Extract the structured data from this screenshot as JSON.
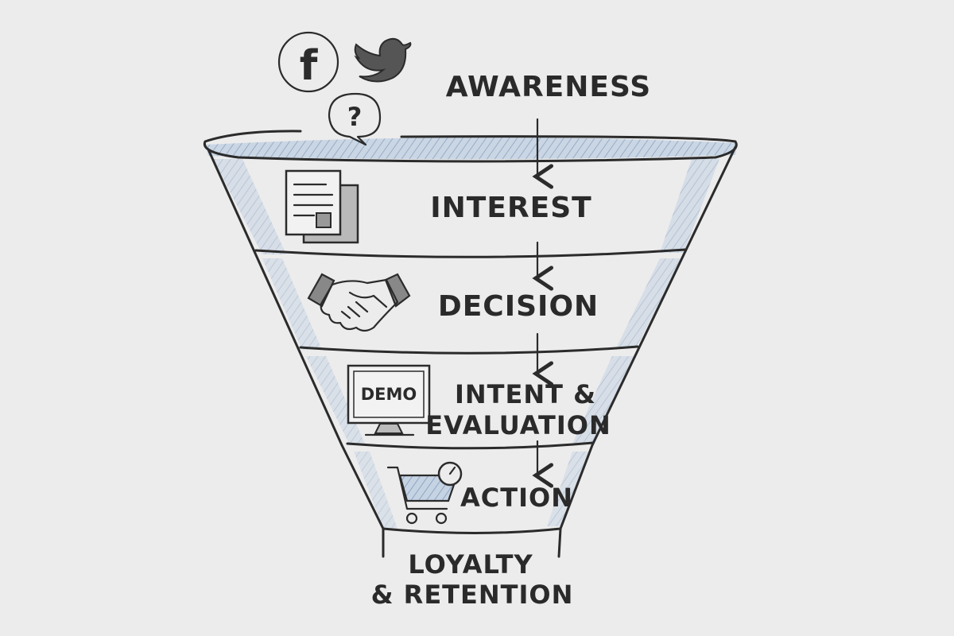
{
  "stages": {
    "awareness": "AWARENESS",
    "interest": "INTEREST",
    "decision": "DECISION",
    "intent_line1": "INTENT &",
    "intent_line2": "EVALUATION",
    "action": "ACTION",
    "loyalty_line1": "LOYALTY",
    "loyalty_line2": "& RETENTION"
  },
  "icons": {
    "facebook": "facebook-icon",
    "twitter": "twitter-icon",
    "question": "question-bubble-icon",
    "document": "document-icon",
    "handshake": "handshake-icon",
    "demo_monitor": "demo-monitor-icon",
    "cart": "shopping-cart-icon"
  },
  "icon_text": {
    "facebook_glyph": "f",
    "question_glyph": "?",
    "demo": "DEMO"
  },
  "colors": {
    "ink": "#2b2b2b",
    "shade": "#a9bfd9",
    "paper": "#ececec"
  }
}
